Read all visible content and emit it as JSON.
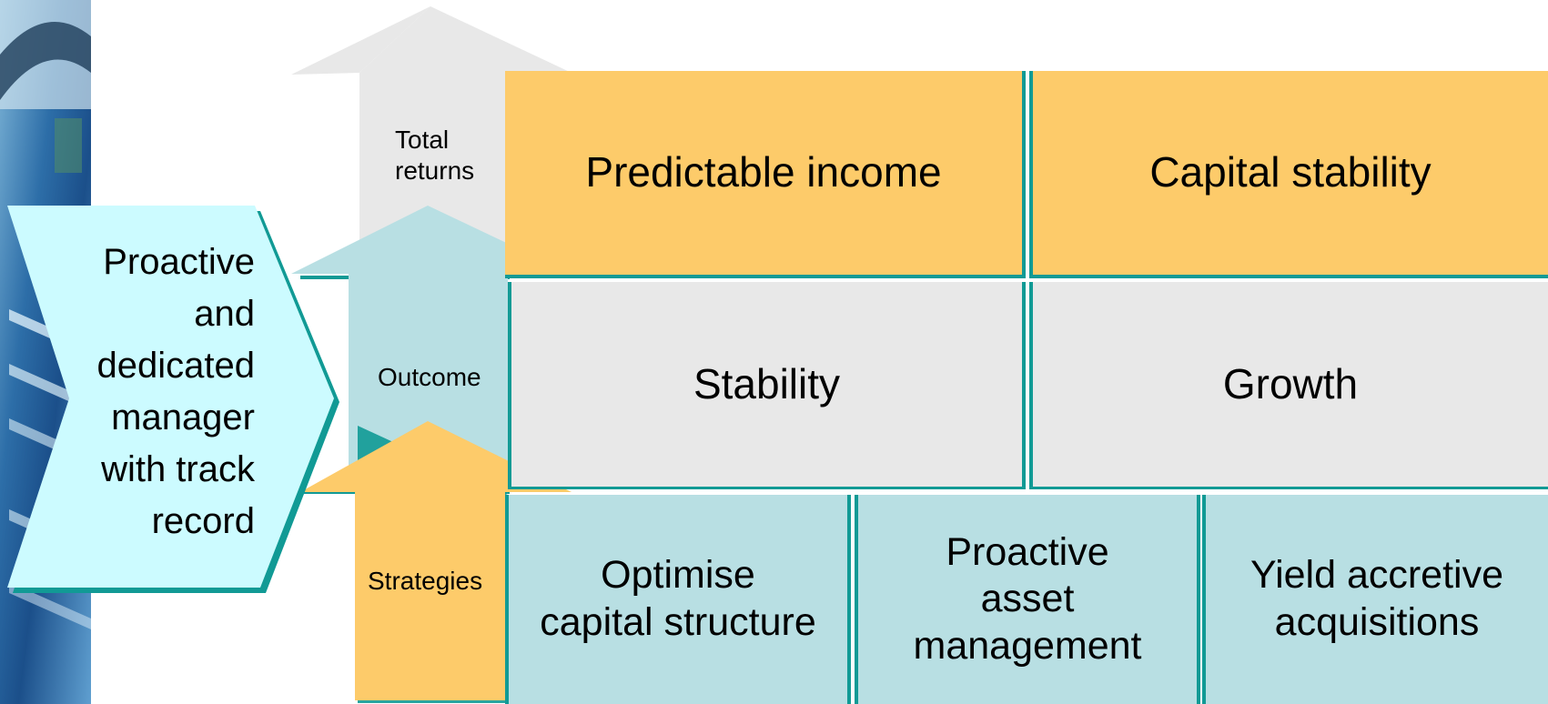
{
  "left_chevron": {
    "text": "Proactive\nand\ndedicated\nmanager\nwith track\nrecord"
  },
  "arrows": {
    "total_returns_label": "Total\nreturns",
    "outcome_label": "Outcome",
    "strategies_label": "Strategies"
  },
  "rows": {
    "total_returns": [
      "Predictable income",
      "Capital stability"
    ],
    "outcome": [
      "Stability",
      "Growth"
    ],
    "strategies": [
      "Optimise\ncapital structure",
      "Proactive\nasset\nmanagement",
      "Yield accretive\nacquisitions"
    ]
  },
  "colors": {
    "orange": "#FDCB6A",
    "grey": "#E8E8E8",
    "teal": "#B8DFE3",
    "light_cyan": "#CCFBFF",
    "border_teal": "#119A95"
  }
}
